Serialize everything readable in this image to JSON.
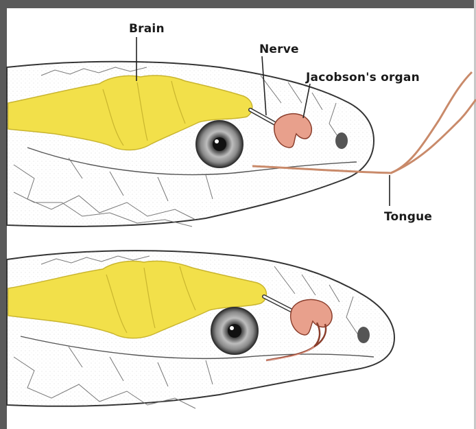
{
  "labels": {
    "brain": "Brain",
    "nerve": "Nerve",
    "jacobsons_organ": "Jacobson's organ",
    "tongue": "Tongue"
  },
  "colors": {
    "brain": "#f2e04a",
    "organ": "#e8a08c",
    "tongue": "#c98a6a",
    "outline": "#333333"
  }
}
